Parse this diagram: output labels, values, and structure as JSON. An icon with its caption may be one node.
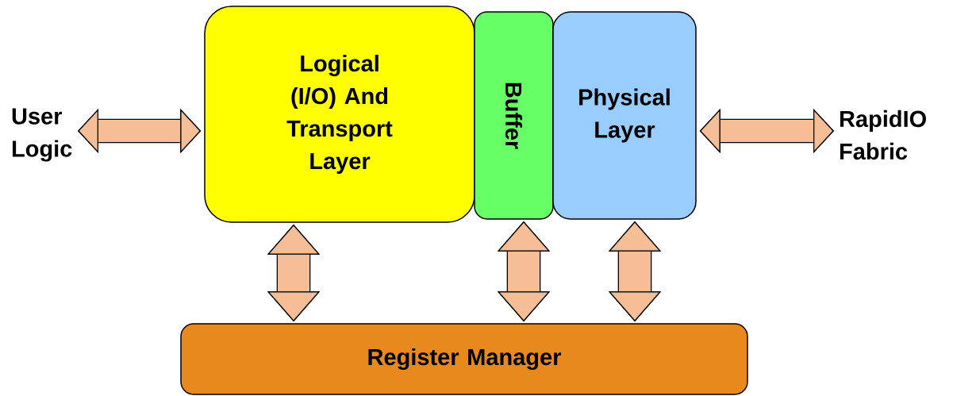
{
  "diagram": {
    "nodes": [
      {
        "text": [
          "User Logic"
        ]
      },
      {
        "text": [
          "Logical (I/O) And Transport Layer"
        ]
      },
      {
        "text": [
          "Buffer"
        ]
      },
      {
        "text": [
          "Physical Layer"
        ]
      },
      {
        "text": [
          "RapidIO Fabric"
        ]
      },
      {
        "text": [
          "Register Manager"
        ]
      }
    ],
    "edges": [
      {
        "from": 0,
        "to": 1,
        "arrow": "both"
      },
      {
        "from": 3,
        "to": 4,
        "arrow": "both"
      },
      {
        "from": 1,
        "to": 5,
        "arrow": "both"
      },
      {
        "from": 2,
        "to": 5,
        "arrow": "both"
      },
      {
        "from": 3,
        "to": 5,
        "arrow": "both"
      }
    ]
  }
}
